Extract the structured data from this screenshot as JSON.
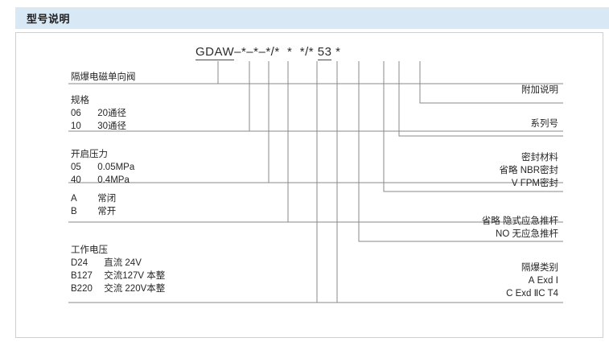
{
  "header": {
    "title": "型号说明"
  },
  "model_code": {
    "segments": [
      {
        "text": "GDAW",
        "underline": true
      },
      {
        "text": "–",
        "underline": false
      },
      {
        "text": "*",
        "underline": false
      },
      {
        "text": "–",
        "underline": false
      },
      {
        "text": "*",
        "underline": false
      },
      {
        "text": "–",
        "underline": false
      },
      {
        "text": "*",
        "underline": false
      },
      {
        "text": "/",
        "underline": false
      },
      {
        "text": "*",
        "underline": false
      },
      {
        "text": "  ",
        "underline": false
      },
      {
        "text": "*",
        "underline": false
      },
      {
        "text": "  ",
        "underline": false
      },
      {
        "text": "*",
        "underline": false
      },
      {
        "text": "/",
        "underline": false
      },
      {
        "text": "*",
        "underline": false
      },
      {
        "text": " ",
        "underline": false
      },
      {
        "text": "53",
        "underline": true
      },
      {
        "text": " ",
        "underline": false
      },
      {
        "text": "*",
        "underline": false
      }
    ],
    "full_text": "GDAW-*-*-*/*  *  */* 53 *"
  },
  "left_groups": [
    {
      "name": "product-type",
      "rows": [
        {
          "code": "",
          "desc": "隔爆电磁单向阀"
        }
      ]
    },
    {
      "name": "specification",
      "rows": [
        {
          "code": "",
          "desc": "规格"
        },
        {
          "code": "06",
          "desc": "20通径"
        },
        {
          "code": "10",
          "desc": "30通径"
        }
      ]
    },
    {
      "name": "opening-pressure",
      "rows": [
        {
          "code": "",
          "desc": "开启压力"
        },
        {
          "code": "05",
          "desc": "0.05MPa"
        },
        {
          "code": "40",
          "desc": "0.4MPa"
        }
      ]
    },
    {
      "name": "valve-function",
      "rows": [
        {
          "code": "A",
          "desc": "常闭"
        },
        {
          "code": "B",
          "desc": "常开"
        }
      ]
    },
    {
      "name": "working-voltage",
      "rows": [
        {
          "code": "",
          "desc": "工作电压"
        },
        {
          "code": "D24",
          "desc": "直流 24V"
        },
        {
          "code": "B127",
          "desc": "交流127V 本整"
        },
        {
          "code": "B220",
          "desc": "交流 220V本整"
        }
      ]
    }
  ],
  "right_groups": [
    {
      "name": "additional-description",
      "rows": [
        {
          "code": "",
          "desc": "附加说明"
        }
      ]
    },
    {
      "name": "series-number",
      "rows": [
        {
          "code": "",
          "desc": "系列号"
        }
      ]
    },
    {
      "name": "seal-material",
      "rows": [
        {
          "code": "",
          "desc": "密封材料"
        },
        {
          "code": "省略",
          "desc": "NBR密封"
        },
        {
          "code": "V",
          "desc": "FPM密封"
        }
      ]
    },
    {
      "name": "emergency-push-rod",
      "rows": [
        {
          "code": "省略",
          "desc": "隐式应急推杆"
        },
        {
          "code": "NO",
          "desc": "无应急推杆"
        }
      ]
    },
    {
      "name": "explosion-proof-class",
      "rows": [
        {
          "code": "",
          "desc": "隔爆类别"
        },
        {
          "code": "A",
          "desc": "Exd Ⅰ"
        },
        {
          "code": "C",
          "desc": "Exd ⅡC T4"
        }
      ]
    }
  ],
  "colors": {
    "header_bg": "#d9e8f5",
    "panel_border": "#cfcfcf",
    "leader_line": "#8a8a8a",
    "text": "#262626"
  }
}
